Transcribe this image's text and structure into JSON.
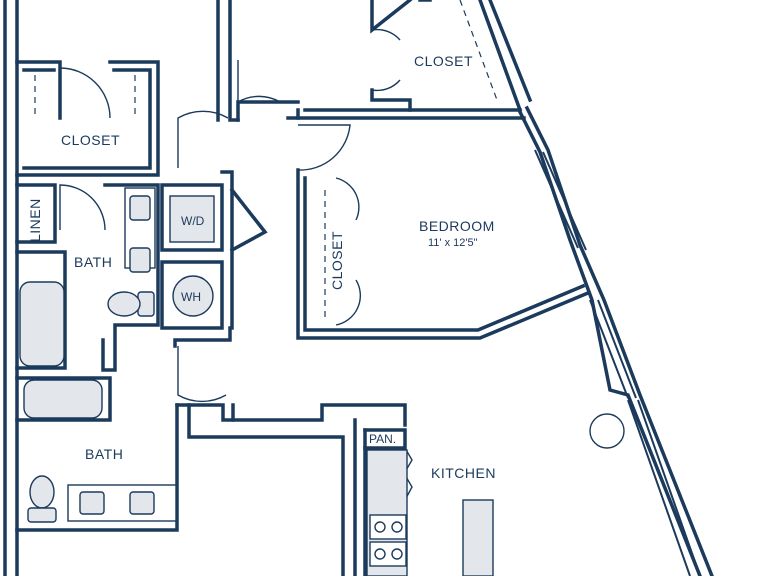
{
  "rooms": {
    "closet_top_right": "CLOSET",
    "closet_left": "CLOSET",
    "linen": "LINEN",
    "bath_upper": "BATH",
    "wd": "W/D",
    "wh": "WH",
    "bedroom": "BEDROOM",
    "bedroom_dims": "11' x 12'5\"",
    "closet_bedroom": "CLOSET",
    "bath_lower": "BATH",
    "pantry": "PAN.",
    "kitchen": "KITCHEN"
  }
}
